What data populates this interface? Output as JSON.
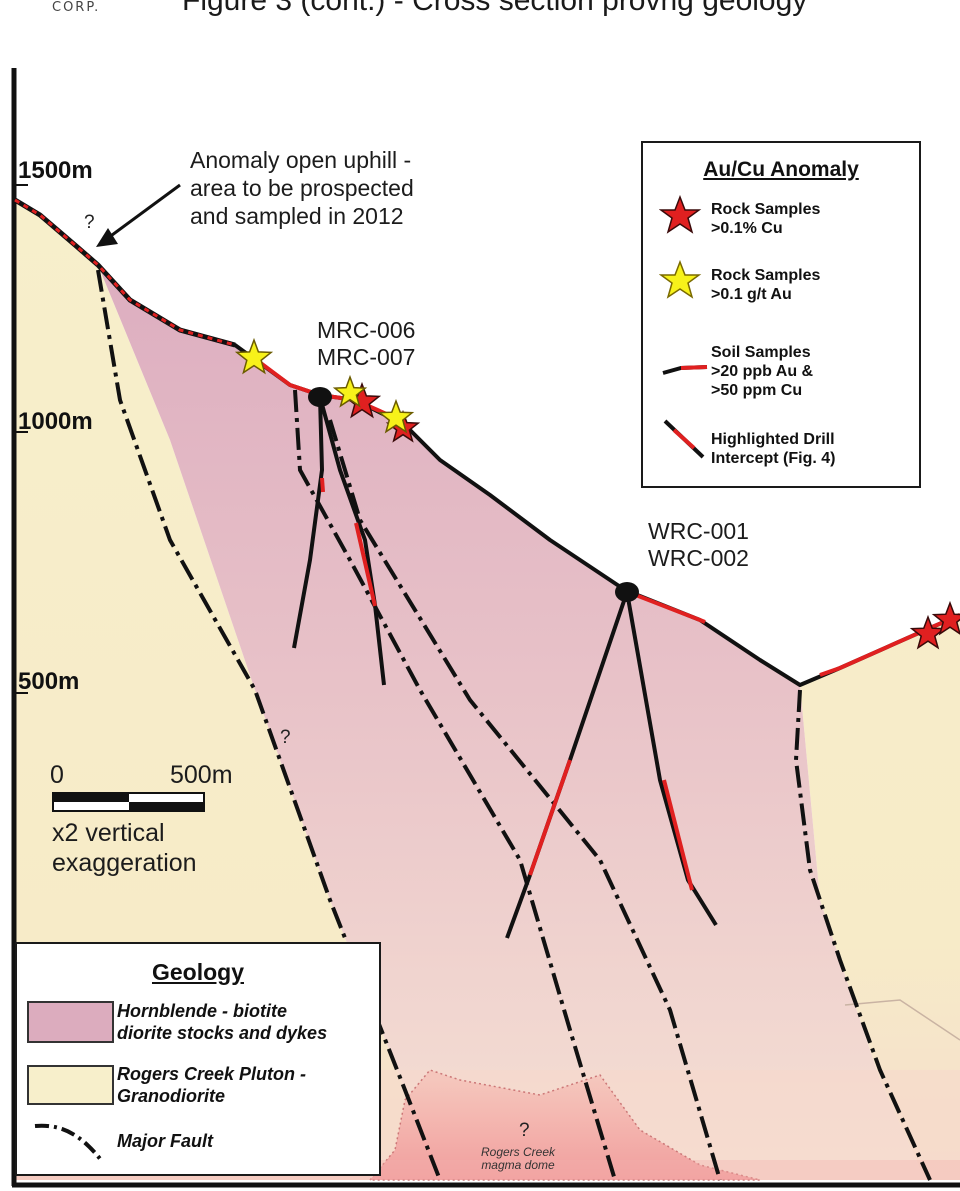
{
  "header": {
    "company_suffix": "CORP.",
    "title": "Figure 3 (cont.) - Cross section provng geology"
  },
  "elevations": [
    "1500m",
    "1000m",
    "500m"
  ],
  "annotation_uphill": [
    "Anomaly open uphill -",
    "area to be prospected",
    "and sampled in 2012"
  ],
  "drill_holes": {
    "north": [
      "MRC-006",
      "MRC-007"
    ],
    "south": [
      "WRC-001",
      "WRC-002"
    ]
  },
  "question_mark": "?",
  "dome_label": [
    "Rogers Creek",
    "magma dome"
  ],
  "scale_bar": {
    "zero": "0",
    "end": "500m",
    "note": [
      "x2 vertical",
      "exaggeration"
    ]
  },
  "anomaly_legend": {
    "title": "Au/Cu Anomaly",
    "items": [
      {
        "symbol": "red-star-icon",
        "lines": [
          "Rock Samples",
          ">0.1% Cu"
        ]
      },
      {
        "symbol": "yellow-star-icon",
        "lines": [
          "Rock Samples",
          ">0.1 g/t Au"
        ]
      },
      {
        "symbol": "soil-line-icon",
        "lines": [
          "Soil Samples",
          ">20 ppb Au &",
          ">50 ppm Cu"
        ]
      },
      {
        "symbol": "drill-intercept-icon",
        "lines": [
          "Highlighted Drill",
          "Intercept (Fig. 4)"
        ]
      }
    ]
  },
  "geology_legend": {
    "title": "Geology",
    "items": [
      {
        "lines": [
          "Hornblende - biotite",
          "diorite stocks and dykes"
        ]
      },
      {
        "lines": [
          "Rogers Creek Pluton -",
          "Granodiorite"
        ]
      },
      {
        "lines": [
          "Major Fault"
        ]
      }
    ]
  },
  "colors": {
    "diorite": "#e2b4c4",
    "granodiorite": "#f7efc9",
    "dome": "#f2a3a3",
    "anomaly_red": "#e02020",
    "gold_star": "#f7f21a"
  }
}
